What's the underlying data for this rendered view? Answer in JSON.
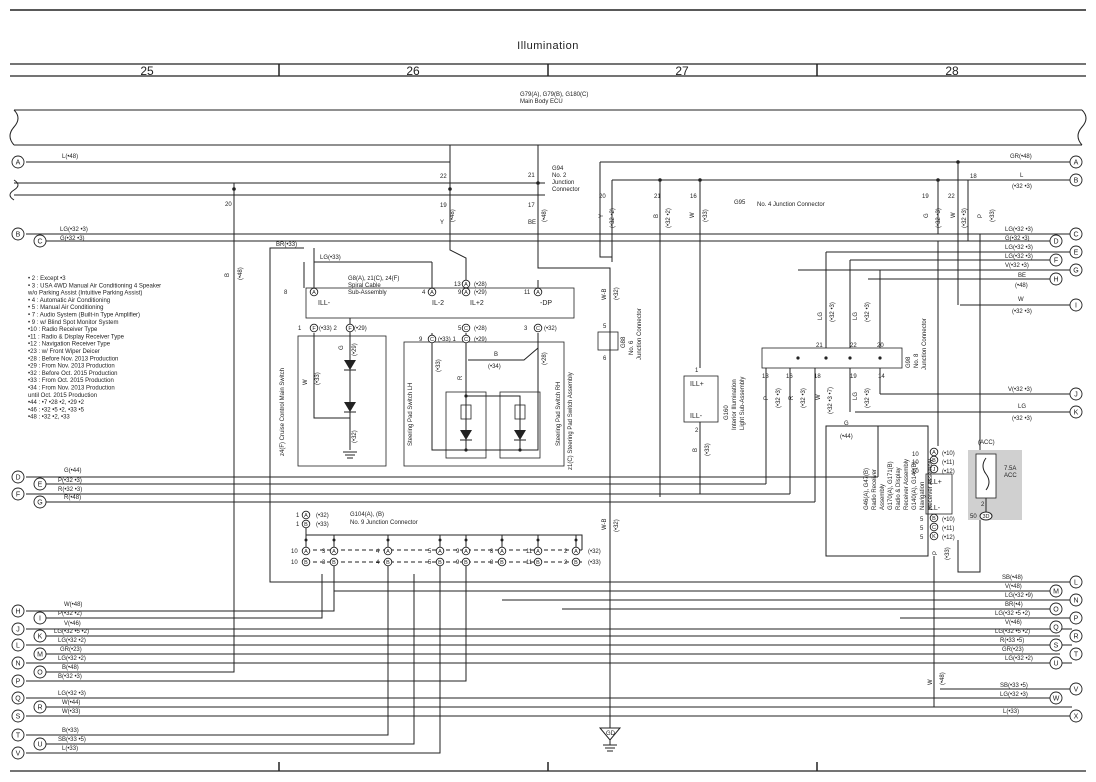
{
  "title": "Illumination",
  "columns": [
    "25",
    "26",
    "27",
    "28"
  ],
  "main_ecu": {
    "line1": "G79(A), G79(B), G180(C)",
    "line2": "Main Body ECU"
  },
  "ground": {
    "label": "GD"
  },
  "notes": [
    "• 2 : Except •3",
    "• 3 : USA 4WD Manual Air Conditioning 4 Speaker",
    "       w/o Parking Assist (Intuitive Parking Assist)",
    "• 4 : Automatic Air Conditioning",
    "• 5 : Manual Air Conditioning",
    "• 7 : Audio System (Built-in Type Amplifier)",
    "• 9 : w/ Blind Spot Monitor System",
    "•10 : Radio Receiver Type",
    "•11 : Radio & Display Receiver Type",
    "•12 : Navigation Receiver Type",
    "•23 : w/ Front Wiper Deicer",
    "•28 : Before Nov. 2013 Production",
    "•29 : From Nov. 2013 Production",
    "•32 : Before Oct. 2015 Production",
    "•33 : From Oct. 2015 Production",
    "•34 : From Nov. 2013 Production",
    "       until Oct. 2015 Production",
    "•44 : •7 •28 •2, •29 •2",
    "•46 : •32 •5 •2, •33 •5",
    "•48 : •32 •2, •33"
  ],
  "left_wires": [
    {
      "id": "A",
      "label": "L(•48)"
    },
    {
      "id": "B",
      "label": "LG(•32 •3)"
    },
    {
      "id": "C",
      "label": "G(•32 •3)"
    },
    {
      "id": "D",
      "label": "G(•44)"
    },
    {
      "id": "E",
      "label": "P(•32 •3)"
    },
    {
      "id": "F",
      "label": "R(•32 •3)"
    },
    {
      "id": "G",
      "label": "R(•48)"
    },
    {
      "id": "H",
      "label": "W(•48)"
    },
    {
      "id": "I",
      "label": "P(•32 •2)"
    },
    {
      "id": "J",
      "label": "V(•46)"
    },
    {
      "id": "K",
      "label": "LG(•32 •5 •2)"
    },
    {
      "id": "L",
      "label": "LG(•32 •2)"
    },
    {
      "id": "M",
      "label": "GR(•23)"
    },
    {
      "id": "N",
      "label": "LG(•32 •2)"
    },
    {
      "id": "O",
      "label": "B(•48)"
    },
    {
      "id": "P",
      "label": "B(•32 •3)"
    },
    {
      "id": "Q",
      "label": "LG(•32 •3)"
    },
    {
      "id": "R",
      "label": "W(•44)"
    },
    {
      "id": "S",
      "label": "W(•33)"
    },
    {
      "id": "T",
      "label": "B(•33)"
    },
    {
      "id": "U",
      "label": "SB(•33 •5)"
    },
    {
      "id": "V",
      "label": "L(•33)"
    }
  ],
  "right_wires": [
    {
      "id": "A",
      "label": "GR(•48)"
    },
    {
      "id": "B",
      "label": "L",
      "sub": "(•32 •3)"
    },
    {
      "id": "C",
      "label": "LG(•32 •3)"
    },
    {
      "id": "D",
      "label": "G(•32 •3)"
    },
    {
      "id": "E",
      "label": "LG(•32 •3)"
    },
    {
      "id": "F",
      "label": "LG(•32 •3)"
    },
    {
      "id": "G",
      "label": "V(•32 •3)"
    },
    {
      "id": "H",
      "label": "BE",
      "sub": "(•48)"
    },
    {
      "id": "I",
      "label": "W",
      "sub": "(•32 •3)"
    },
    {
      "id": "J",
      "label": "V(•32 •3)"
    },
    {
      "id": "K",
      "label": "LG",
      "sub": "(•32 •3)"
    },
    {
      "id": "L",
      "label": "SB(•48)"
    },
    {
      "id": "M",
      "label": "V(•48)"
    },
    {
      "id": "N",
      "label": "LG(•32 •9)"
    },
    {
      "id": "O",
      "label": "BR(•4)"
    },
    {
      "id": "P",
      "label": "LG(•32 •5 •2)"
    },
    {
      "id": "Q",
      "label": "V(•46)"
    },
    {
      "id": "R",
      "label": "LG(•32 •5 •2)"
    },
    {
      "id": "S",
      "label": "R(•33 •5)"
    },
    {
      "id": "T",
      "label": "GR(•23)"
    },
    {
      "id": "U",
      "label": "LG(•32 •2)"
    },
    {
      "id": "V",
      "label": "SB(•33 •5)"
    },
    {
      "id": "W",
      "label": "LG(•32 •3)"
    },
    {
      "id": "X",
      "label": "L(•33)"
    }
  ],
  "components": {
    "g94": {
      "line1": "G94",
      "line2": "No. 2",
      "line3": "Junction",
      "line4": "Connector"
    },
    "g95": {
      "line1": "G95",
      "line2": "No. 4 Junction Connector"
    },
    "g8": {
      "line1": "G8(A), z1(C), z4(F)",
      "line2": "Spiral Cable",
      "line3": "Sub-Assembly",
      "ill_minus": "ILL-",
      "il2": "IL-2",
      "il_plus2": "IL+2",
      "dp": "-DP"
    },
    "g88": {
      "label": "G88 No. 6 Junction Connector"
    },
    "g160": {
      "label": "G160 Interior Illumination Light Sub-Assembly",
      "ill_plus": "ILL+",
      "ill_minus": "ILL-"
    },
    "g98": {
      "label": "G98 No. 8 Junction Connector"
    },
    "z4": {
      "label": "z4(F) Cruise Control Main Switch"
    },
    "steer_lh": {
      "label": "Steering Pad Switch LH"
    },
    "steer_rh": {
      "label": "Steering Pad Switch RH"
    },
    "z1": {
      "label": "z1(C) Steering Pad Switch Assembly"
    },
    "g104": {
      "line1": "G104(A), (B)",
      "line2": "No. 9 Junction Connector"
    },
    "g46": {
      "label": "G46(A), G47(B) Radio Receiver Assembly G170(A), G171(B) Radio & Display Receiver Assembly G140(A), G140(B) Navigation Receiver Assembly",
      "ill_plus": "ILL+",
      "ill_minus": "ILL-"
    },
    "acc_fuse": {
      "label": "(ACC)",
      "rating": "7.5A",
      "name": "ACC",
      "pin2": "2",
      "pin50": "50",
      "conn": "3D"
    }
  },
  "colors": {
    "wire": "#222222",
    "fuse_bg": "#d0d0d0"
  }
}
